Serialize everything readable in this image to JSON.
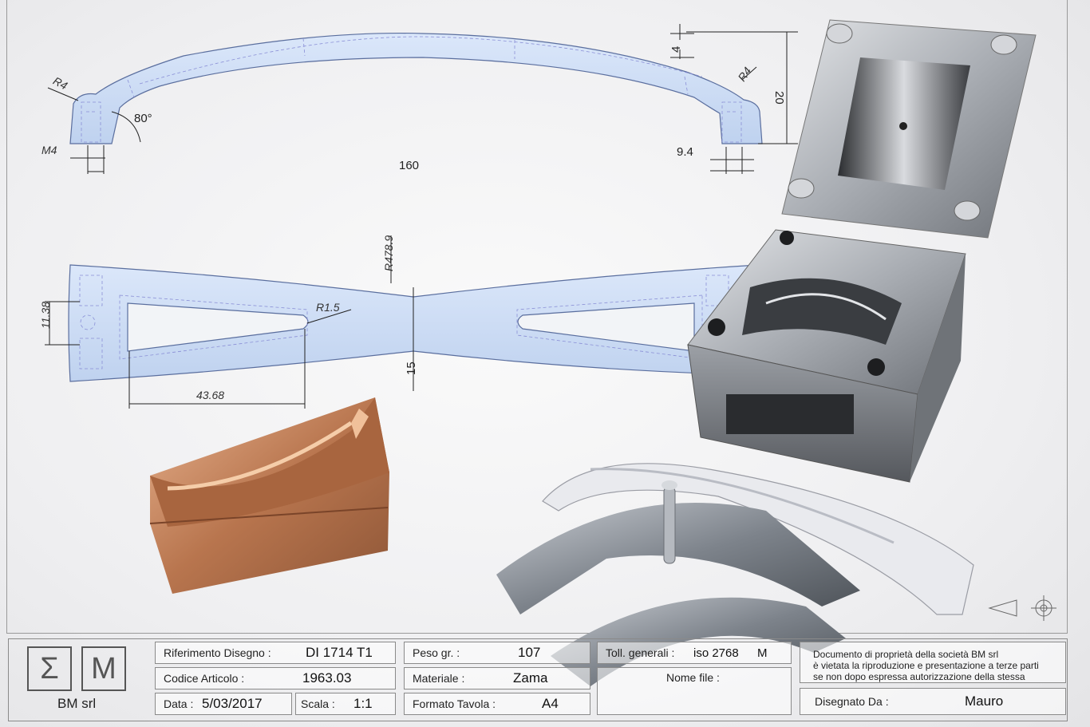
{
  "drawing": {
    "top_view": {
      "radius_left": "R4",
      "angle": "80°",
      "thread": "M4",
      "thickness": "4",
      "radius_right": "R4",
      "height": "20",
      "offset": "9.4",
      "length": "160"
    },
    "plan_view": {
      "arc_radius": "R478.9",
      "slot_radius": "R1.5",
      "width": "11.38",
      "slot_length": "43.68",
      "waist": "15"
    }
  },
  "title_block": {
    "company": "BM srl",
    "logo_letters": [
      "Σ",
      "M"
    ],
    "rif_label": "Riferimento Disegno :",
    "rif_value": "DI 1714 T1",
    "codice_label": "Codice Articolo :",
    "codice_value": "1963.03",
    "data_label": "Data :",
    "data_value": "5/03/2017",
    "scala_label": "Scala :",
    "scala_value": "1:1",
    "peso_label": "Peso gr. :",
    "peso_value": "107",
    "materiale_label": "Materiale :",
    "materiale_value": "Zama",
    "formato_label": "Formato Tavola :",
    "formato_value": "A4",
    "toll_label": "Toll. generali :",
    "toll_value": "iso 2768",
    "toll_class": "M",
    "nomefile_label": "Nome file :",
    "notice_lines": [
      "Documento di proprietà della società BM srl",
      "è vietata la riproduzione e presentazione a terze parti",
      "se non dopo espressa autorizzazione della stessa"
    ],
    "disegnato_label": "Disegnato Da :",
    "disegnato_value": "Mauro"
  },
  "colors": {
    "part_fill": "#cfdff5",
    "copper": "#c98a62",
    "steel": "#8e9299"
  }
}
